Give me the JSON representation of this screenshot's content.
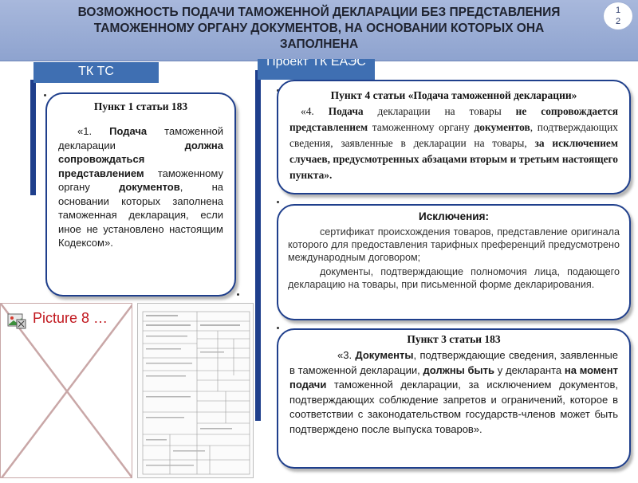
{
  "title": {
    "text": "ВОЗМОЖНОСТЬ ПОДАЧИ ТАМОЖЕННОЙ ДЕКЛАРАЦИИ БЕЗ ПРЕДСТАВЛЕНИЯ\nТАМОЖЕННОМУ ОРГАНУ ДОКУМЕНТОВ, НА ОСНОВАНИИ КОТОРЫХ ОНА\nЗАПОЛНЕНА",
    "slide_number": "1\n2"
  },
  "left": {
    "header": "ТК ТС",
    "card": {
      "title": "Пункт 1 статьи 183",
      "segments": [
        {
          "text": "«1. ",
          "bold": false
        },
        {
          "text": "Подача",
          "bold": true
        },
        {
          "text": " таможенной декларации ",
          "bold": false
        },
        {
          "text": "должна сопровождаться представлением",
          "bold": true
        },
        {
          "text": " таможенному органу ",
          "bold": false
        },
        {
          "text": "документов",
          "bold": true
        },
        {
          "text": ", на основании которых заполнена таможенная декларация, если иное не установлено настоящим Кодексом».",
          "bold": false
        }
      ]
    },
    "picture_placeholder": "Picture 8 …"
  },
  "right": {
    "header": "Проект ТК ЕАЭС",
    "card1": {
      "title": "Пункт 4 статьи «Подача таможенной декларации»",
      "segments": [
        {
          "text": "«4. ",
          "bold": false
        },
        {
          "text": "Подача",
          "bold": true
        },
        {
          "text": " декларации на товары ",
          "bold": false
        },
        {
          "text": "не сопровождается представлением",
          "bold": true
        },
        {
          "text": " таможенному органу ",
          "bold": false
        },
        {
          "text": "документов",
          "bold": true
        },
        {
          "text": ", подтверждающих сведения, заявленные в декларации на товары, ",
          "bold": false
        },
        {
          "text": "за исключением случаев, предусмотренных абзацами вторым и третьим настоящего пункта».",
          "bold": true
        }
      ]
    },
    "card2": {
      "title": "Исключения:",
      "paragraph1": "сертификат происхождения товаров, представление оригинала которого для предоставления тарифных преференций предусмотрено международным договором;",
      "paragraph2": "документы, подтверждающие полномочия лица, подающего декларацию на товары, при письменной форме декларирования."
    },
    "card3": {
      "title": "Пункт 3 статьи 183",
      "segments": [
        {
          "text": "«3. ",
          "bold": false
        },
        {
          "text": "Документы",
          "bold": true
        },
        {
          "text": ", подтверждающие сведения, заявленные в таможенной декларации, ",
          "bold": false
        },
        {
          "text": "должны быть",
          "bold": true
        },
        {
          "text": " у декларанта ",
          "bold": false
        },
        {
          "text": "на момент подачи",
          "bold": true
        },
        {
          "text": " таможенной декларации, за исключением документов, подтверждающих соблюдение запретов и ограничений, которое в соответствии с законодательством государств-членов может быть подтверждено после выпуска товаров».",
          "bold": false
        }
      ]
    }
  },
  "colors": {
    "title_bg": "#9aaed6",
    "header_bg": "#3f6fb2",
    "rail": "#1f3f8c",
    "card_border": "#1f3f8c",
    "placeholder_cross": "#c9a7a7",
    "placeholder_text": "#c0141b"
  },
  "icons": [
    "broken-picture-icon"
  ]
}
